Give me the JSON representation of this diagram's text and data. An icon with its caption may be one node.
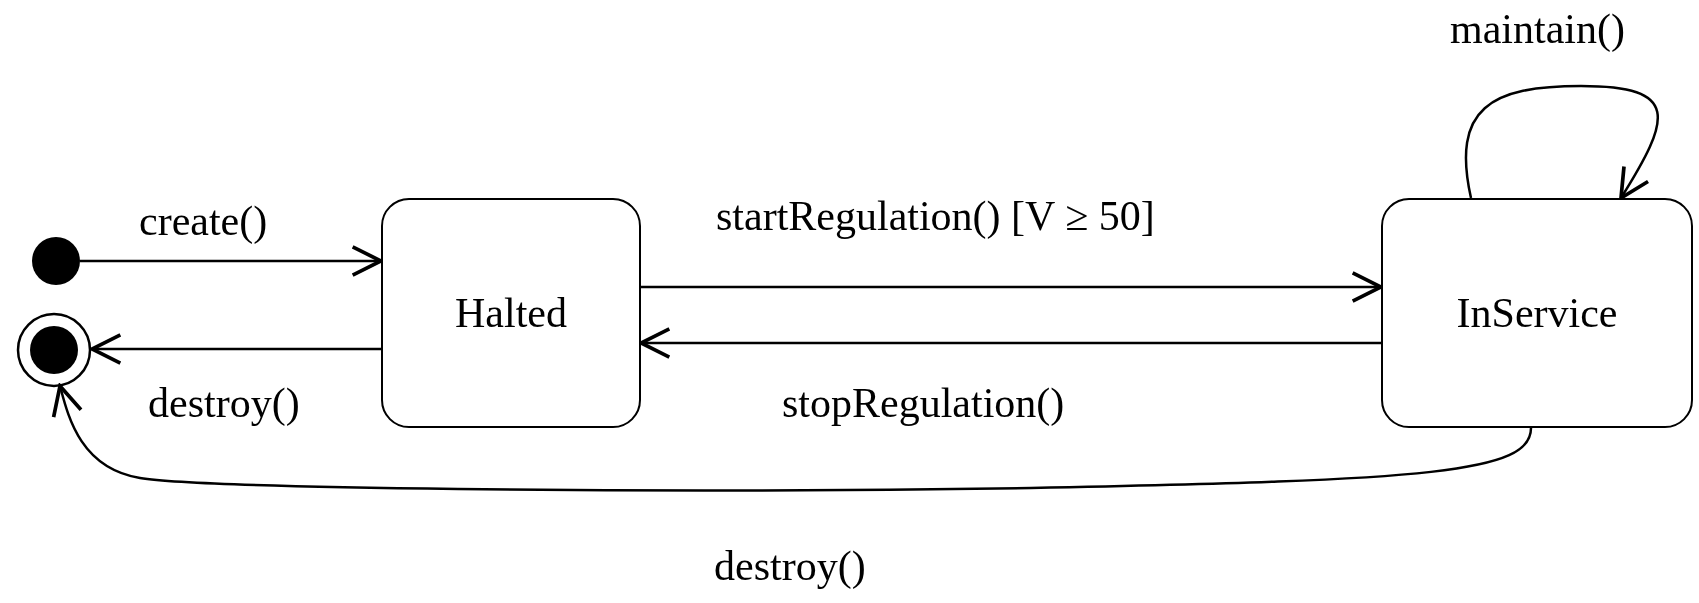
{
  "diagram": {
    "nodes": [
      {
        "text": [],
        "shape": "circle"
      },
      {
        "text": [],
        "shape": "circle"
      },
      {
        "text": [
          "Halted"
        ]
      },
      {
        "text": [
          "InService"
        ]
      }
    ],
    "edges": [
      {
        "from": 0,
        "to": 2,
        "arrow": "to",
        "label": "create()"
      },
      {
        "from": 2,
        "to": 3,
        "arrow": "to",
        "label": "startRegulation() [V ≥ 50]"
      },
      {
        "from": 3,
        "to": 2,
        "arrow": "to",
        "label": "stopRegulation()"
      },
      {
        "from": 2,
        "to": 1,
        "arrow": "to",
        "label": "destroy()"
      },
      {
        "from": 3,
        "to": 3,
        "arrow": "to",
        "label": "maintain()"
      },
      {
        "from": 3,
        "to": 1,
        "arrow": "to",
        "label": "destroy()"
      }
    ]
  }
}
